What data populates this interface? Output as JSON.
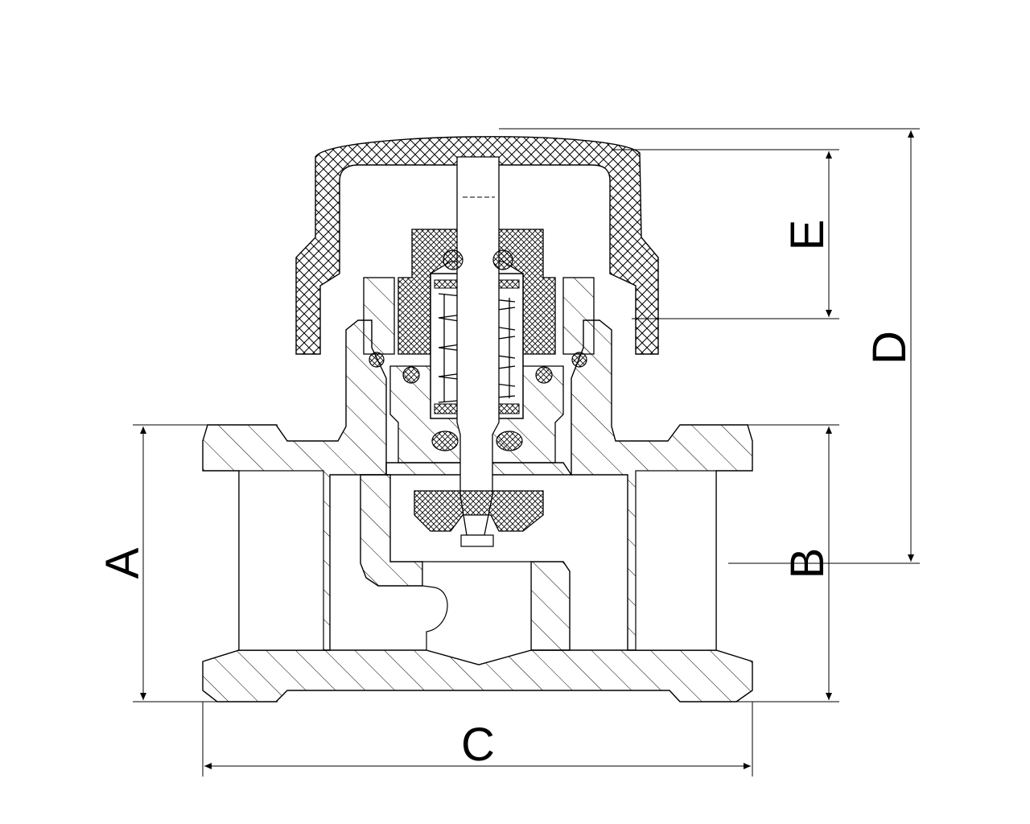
{
  "drawing": {
    "dimension_labels": {
      "a": "A",
      "b": "B",
      "c": "C",
      "d": "D",
      "e": "E"
    }
  }
}
